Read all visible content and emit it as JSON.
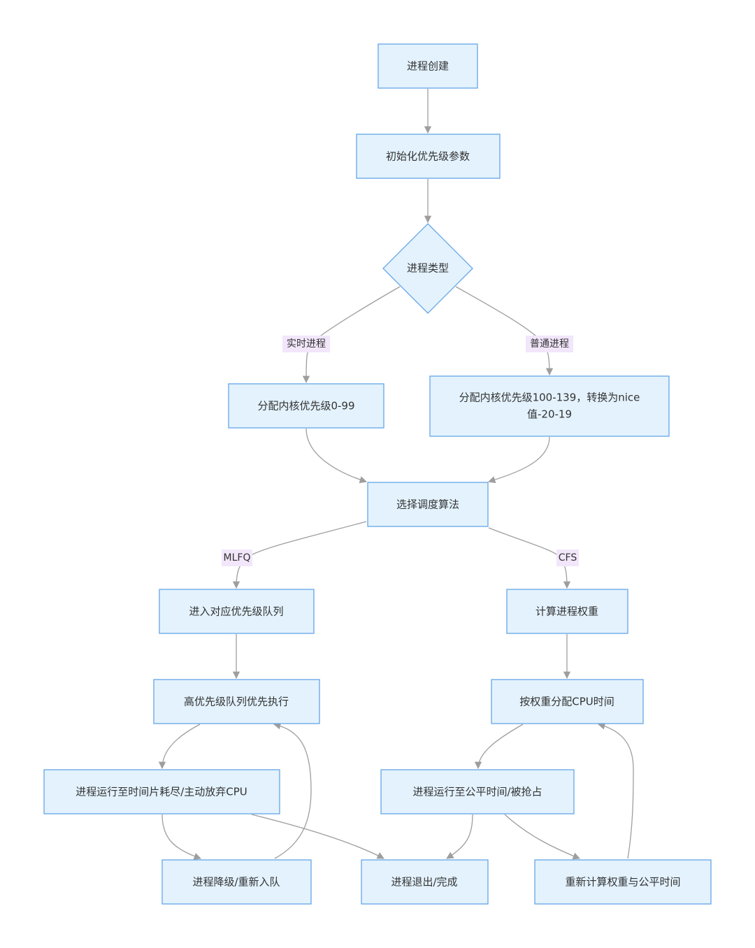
{
  "nodes": {
    "create": "进程创建",
    "init": "初始化优先级参数",
    "type": "进程类型",
    "rt_prio": "分配内核优先级0-99",
    "normal_prio_line1": "分配内核优先级100-139，转换为nice",
    "normal_prio_line2": "值-20-19",
    "select_algo": "选择调度算法",
    "enter_queue": "进入对应优先级队列",
    "calc_weight": "计算进程权重",
    "high_first": "高优先级队列优先执行",
    "alloc_cpu": "按权重分配CPU时间",
    "run_slice": "进程运行至时间片耗尽/主动放弃CPU",
    "run_fair": "进程运行至公平时间/被抢占",
    "demote": "进程降级/重新入队",
    "exit": "进程退出/完成",
    "recalc": "重新计算权重与公平时间"
  },
  "edge_labels": {
    "realtime": "实时进程",
    "normal": "普通进程",
    "mlfq": "MLFQ",
    "cfs": "CFS"
  },
  "colors": {
    "node_fill": "#e3f2fd",
    "node_stroke": "#64a6e8",
    "edge": "#9e9e9e",
    "label_bg": "#f2e6fb"
  }
}
